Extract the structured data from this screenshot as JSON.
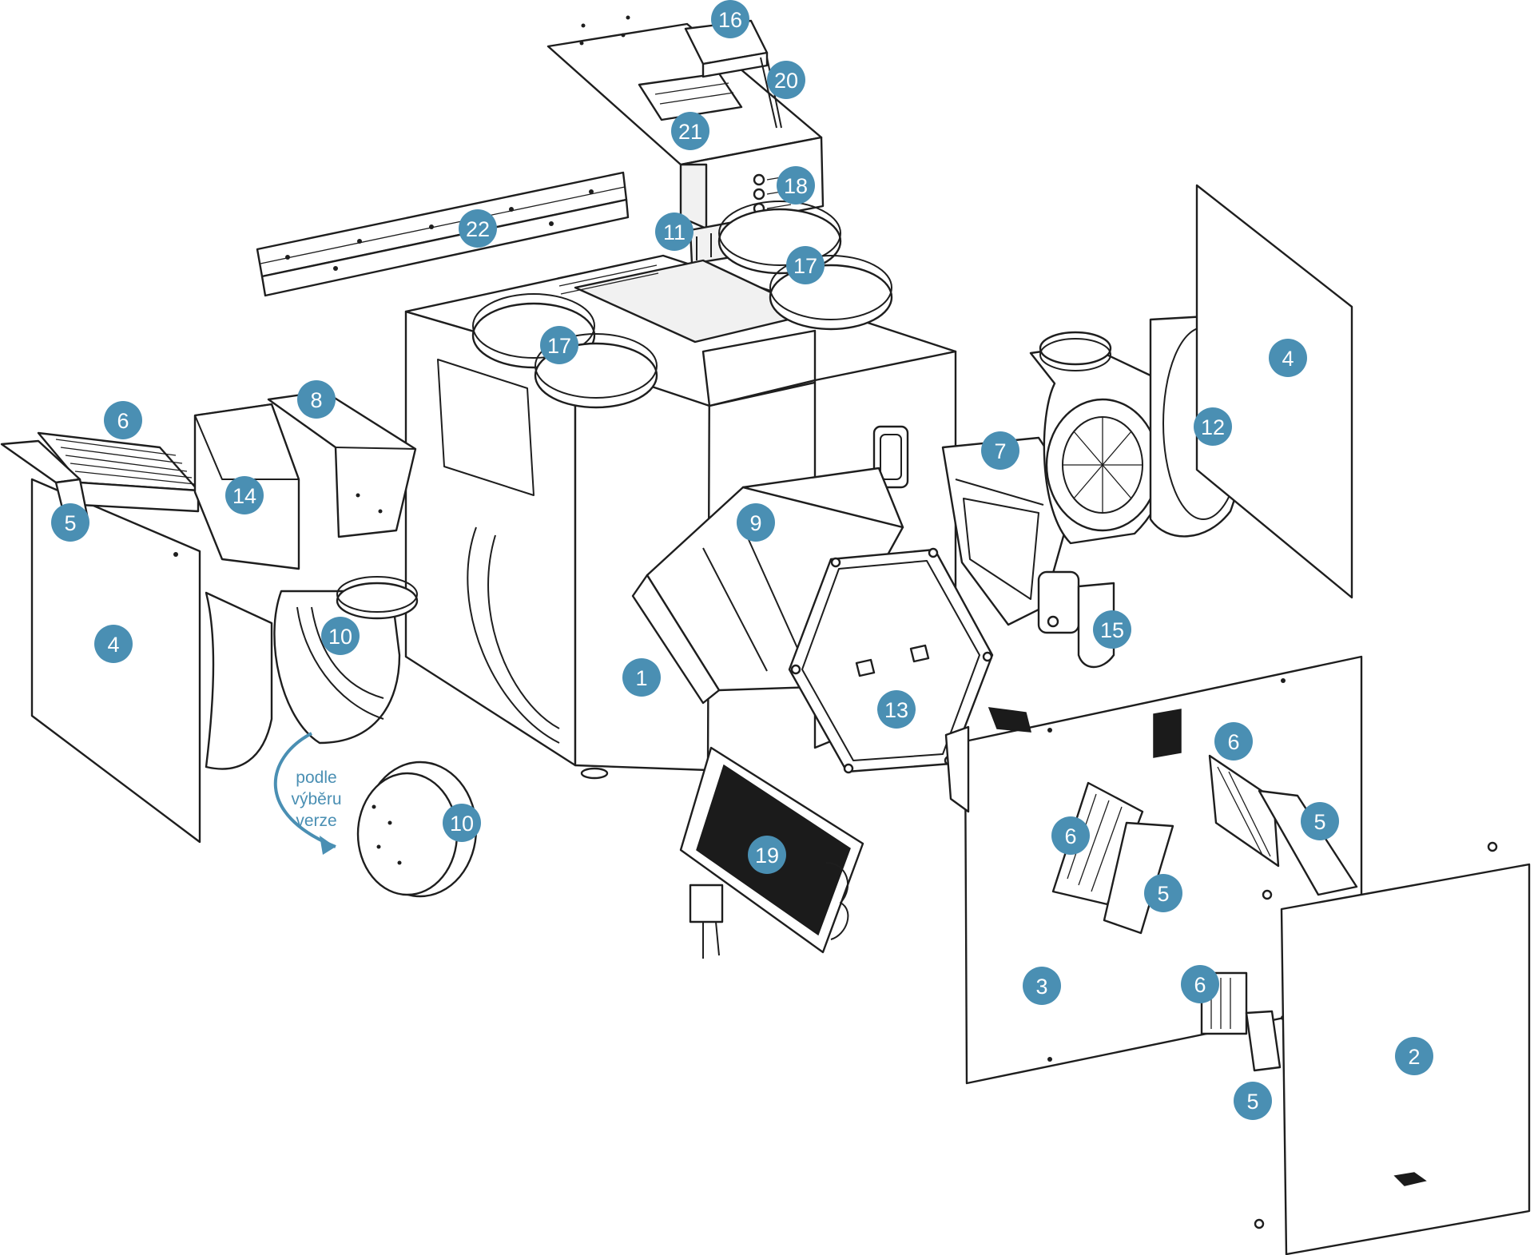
{
  "diagram": {
    "accent_color": "#4a8fb3",
    "line_color": "#1e1e1e",
    "note": {
      "lines": [
        "podle",
        "výběru",
        "verze"
      ]
    },
    "callouts": [
      {
        "label": "1"
      },
      {
        "label": "2"
      },
      {
        "label": "3"
      },
      {
        "label": "4"
      },
      {
        "label": "4"
      },
      {
        "label": "5"
      },
      {
        "label": "5"
      },
      {
        "label": "5"
      },
      {
        "label": "5"
      },
      {
        "label": "6"
      },
      {
        "label": "6"
      },
      {
        "label": "6"
      },
      {
        "label": "6"
      },
      {
        "label": "7"
      },
      {
        "label": "8"
      },
      {
        "label": "9"
      },
      {
        "label": "10"
      },
      {
        "label": "10"
      },
      {
        "label": "11"
      },
      {
        "label": "12"
      },
      {
        "label": "13"
      },
      {
        "label": "14"
      },
      {
        "label": "15"
      },
      {
        "label": "16"
      },
      {
        "label": "17"
      },
      {
        "label": "17"
      },
      {
        "label": "18"
      },
      {
        "label": "19"
      },
      {
        "label": "20"
      },
      {
        "label": "21"
      },
      {
        "label": "22"
      }
    ]
  }
}
